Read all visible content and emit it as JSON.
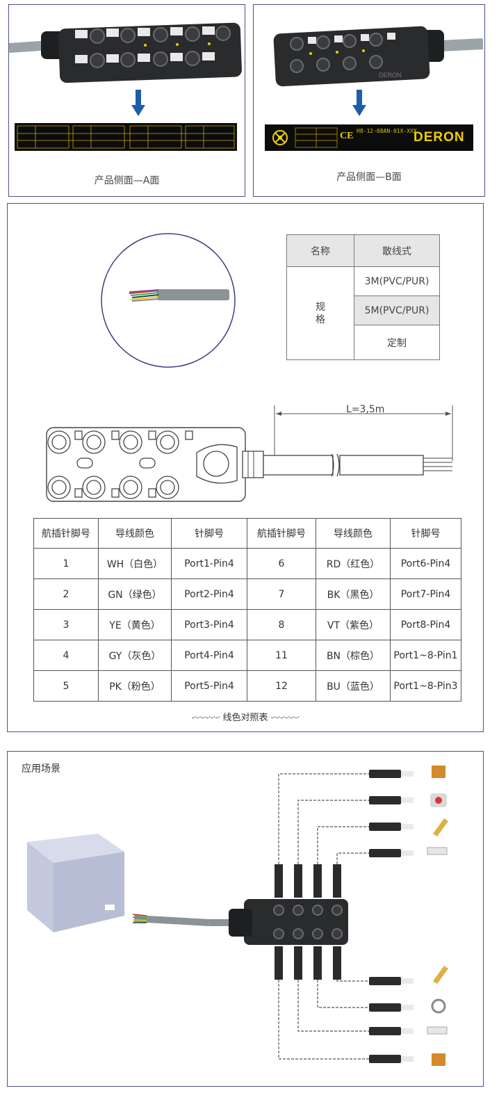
{
  "panel_a": {
    "caption": "产品侧面—A面"
  },
  "panel_b": {
    "caption": "产品侧面—B面",
    "brand": "DERON",
    "ce_mark": "CE",
    "model": "H8-12-08AN-01X-XXX"
  },
  "spec_table": {
    "header_name": "名称",
    "header_type": "散线式",
    "row_label": "规格",
    "options": [
      "3M(PVC/PUR)",
      "5M(PVC/PUR)",
      "定制"
    ]
  },
  "dimension": {
    "cable_length": "L=3,5m"
  },
  "pin_table": {
    "headers": [
      "航插针脚号",
      "导线颜色",
      "针脚号",
      "航插针脚号",
      "导线颜色",
      "针脚号"
    ],
    "rows": [
      {
        "pin_a": "1",
        "color_a": "WH（白色）",
        "port_a": "Port1-Pin4",
        "pin_b": "6",
        "color_b": "RD（红色）",
        "port_b": "Port6-Pin4"
      },
      {
        "pin_a": "2",
        "color_a": "GN（绿色）",
        "port_a": "Port2-Pin4",
        "pin_b": "7",
        "color_b": "BK（黑色）",
        "port_b": "Port7-Pin4"
      },
      {
        "pin_a": "3",
        "color_a": "YE（黄色）",
        "port_a": "Port3-Pin4",
        "pin_b": "8",
        "color_b": "VT（紫色）",
        "port_b": "Port8-Pin4"
      },
      {
        "pin_a": "4",
        "color_a": "GY（灰色）",
        "port_a": "Port4-Pin4",
        "pin_b": "11",
        "color_b": "BN（棕色）",
        "port_b": "Port1~8-Pin1"
      },
      {
        "pin_a": "5",
        "color_a": "PK（粉色）",
        "port_a": "Port5-Pin4",
        "pin_b": "12",
        "color_b": "BU（蓝色）",
        "port_b": "Port1~8-Pin3"
      }
    ],
    "legend": "线色对照表"
  },
  "application": {
    "title": "应用场景"
  },
  "colors": {
    "frame": "#4a4f93",
    "arrow": "#1d5ea8",
    "strip_yellow": "#f0d000",
    "block_dark": "#2a2b2d",
    "cable_gray": "#8c9396"
  }
}
